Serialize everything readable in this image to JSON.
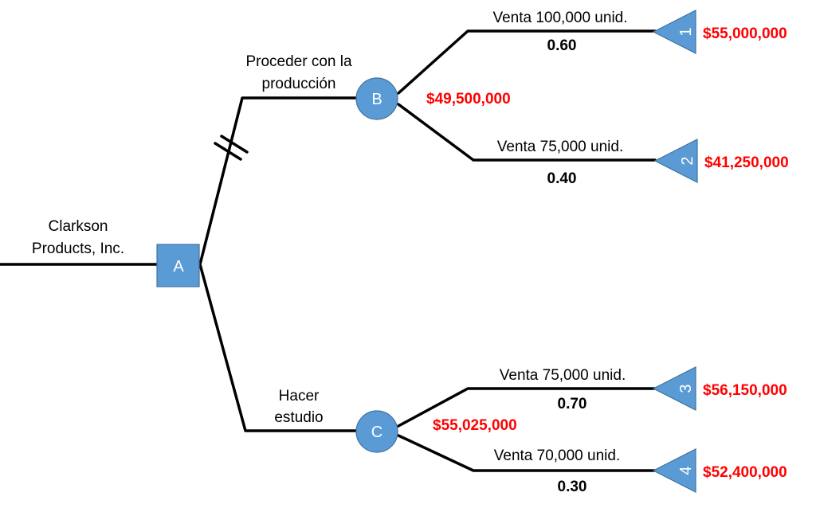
{
  "root": {
    "label_line1": "Clarkson",
    "label_line2": "Products, Inc."
  },
  "decision_node": {
    "label": "A"
  },
  "branches": {
    "produce": {
      "label_line1": "Proceder con la",
      "label_line2": "producción",
      "pruned": true
    },
    "study": {
      "label_line1": "Hacer",
      "label_line2": "estudio"
    }
  },
  "chance_nodes": [
    {
      "label": "B",
      "expected_value": "$49,500,000"
    },
    {
      "label": "C",
      "expected_value": "$55,025,000"
    }
  ],
  "outcomes": [
    {
      "number": "1",
      "label": "Venta 100,000 unid.",
      "probability": "0.60",
      "payoff": "$55,000,000"
    },
    {
      "number": "2",
      "label": "Venta 75,000 unid.",
      "probability": "0.40",
      "payoff": "$41,250,000"
    },
    {
      "number": "3",
      "label": "Venta 75,000 unid.",
      "probability": "0.70",
      "payoff": "$56,150,000"
    },
    {
      "number": "4",
      "label": "Venta 70,000 unid.",
      "probability": "0.30",
      "payoff": "$52,400,000"
    }
  ],
  "colors": {
    "node_fill": "#5b9bd5",
    "node_stroke": "#41719c",
    "money_text": "#ff0000",
    "line": "#000000"
  }
}
